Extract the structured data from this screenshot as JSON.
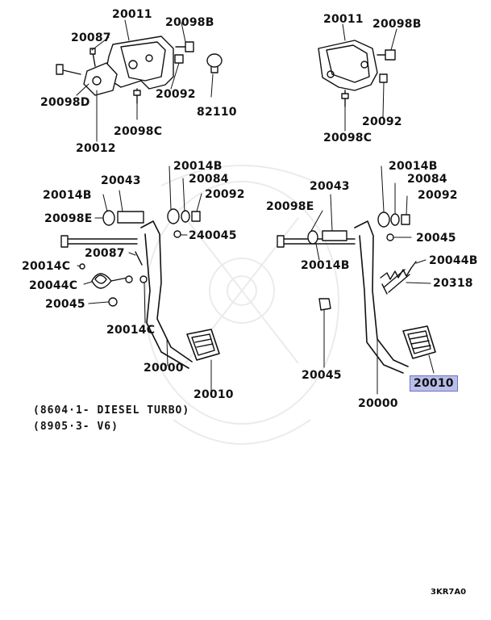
{
  "diagram_code": "3KR7A0",
  "highlight_color": "#b9bde9",
  "notes": [
    "(8604·1- DIESEL TURBO)",
    "(8905·3- V6)"
  ],
  "callouts": {
    "tl_bracket": "20011",
    "tl_bolt": "20098B",
    "tl_pin": "20087",
    "tl_bolt_left": "20098D",
    "tl_nut": "20092",
    "tl_switch": "82110",
    "tl_stud": "20098C",
    "tl_plate": "20012",
    "tr_bracket": "20011",
    "tr_bolt": "20098B",
    "tr_nut": "20092",
    "tr_stud": "20098C",
    "bl_collar": "20043",
    "bl_bush_a": "20014B",
    "bl_bush_b": "20014B",
    "bl_spacer": "20084",
    "bl_nut": "20092",
    "bl_bolt": "20098E",
    "bl_stopper": "240045",
    "bl_pin": "20087",
    "bl_bush_c": "20014C",
    "bl_spring": "20044C",
    "bl_cushion": "20045",
    "bl_bush_d": "20014C",
    "bl_pedal": "20000",
    "bl_pad": "20010",
    "br_bush_a": "20014B",
    "br_collar": "20043",
    "br_spacer": "20084",
    "br_nut": "20092",
    "br_bolt": "20098E",
    "br_stopper": "20045",
    "br_bush_b": "20014B",
    "br_spring": "20044B",
    "br_rod": "20318",
    "br_cushion": "20045",
    "br_pad": "20010",
    "br_pedal": "20000"
  }
}
